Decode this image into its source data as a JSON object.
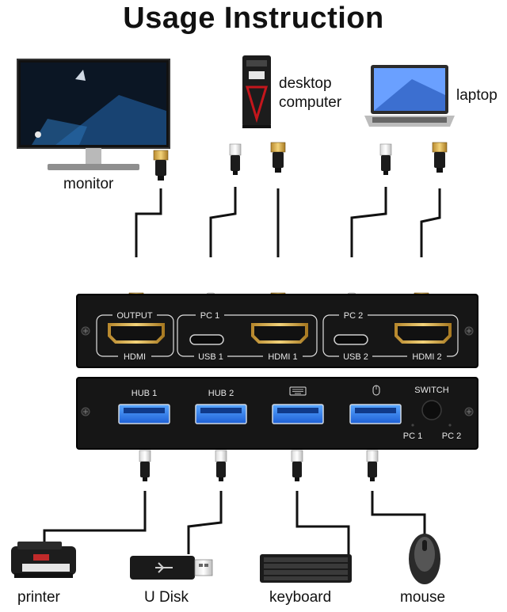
{
  "title": "Usage Instruction",
  "devices": {
    "monitor": "monitor",
    "desktop": [
      "desktop",
      "computer"
    ],
    "laptop": "laptop",
    "printer": "printer",
    "udisk": "U Disk",
    "keyboard": "keyboard",
    "mouse": "mouse"
  },
  "top_panel": {
    "output": "OUTPUT",
    "hdmi": "HDMI",
    "pc1": "PC 1",
    "usb1": "USB 1",
    "hdmi1": "HDMI 1",
    "pc2": "PC 2",
    "usb2": "USB 2",
    "hdmi2": "HDMI 2"
  },
  "bottom_panel": {
    "hub1": "HUB 1",
    "hub2": "HUB 2",
    "switch": "SWITCH",
    "pc1": "PC 1",
    "pc2": "PC 2"
  }
}
